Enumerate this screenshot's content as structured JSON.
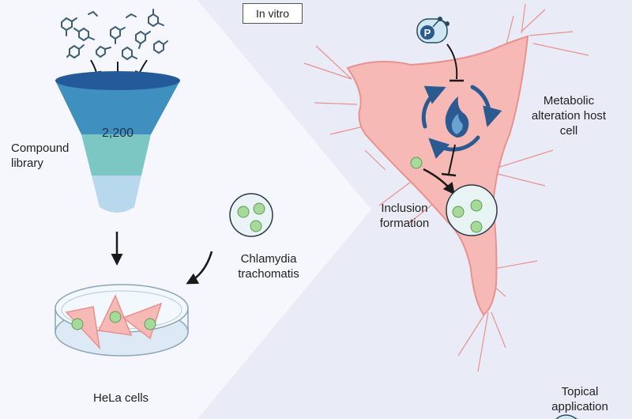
{
  "panel_label": "In vitro",
  "compound_library": {
    "label_line1": "Compound",
    "label_line2": "library",
    "count": "2,200"
  },
  "pathogen": {
    "label_line1": "Chlamydia",
    "label_line2": "trachomatis"
  },
  "dish_label": "HeLa cells",
  "host_cell": {
    "label_line1": "Metabolic",
    "label_line2": "alteration host",
    "label_line3": "cell"
  },
  "inclusion": {
    "label_line1": "Inclusion",
    "label_line2": "formation"
  },
  "application": {
    "label_line1": "Topical",
    "label_line2": "application"
  },
  "phosphate_symbol": "P",
  "colors": {
    "background": "#e9ecf6",
    "left_panel": "#f5f7fd",
    "funnel_top": "#245a9a",
    "funnel_mid": "#3f8fbf",
    "funnel_low": "#7cc7c4",
    "funnel_tip": "#b8d8ee",
    "cell_fill": "#f7b9b6",
    "cell_stroke": "#e9918e",
    "bacteria": "#a6d99a",
    "cycle": "#2a5a8f"
  }
}
